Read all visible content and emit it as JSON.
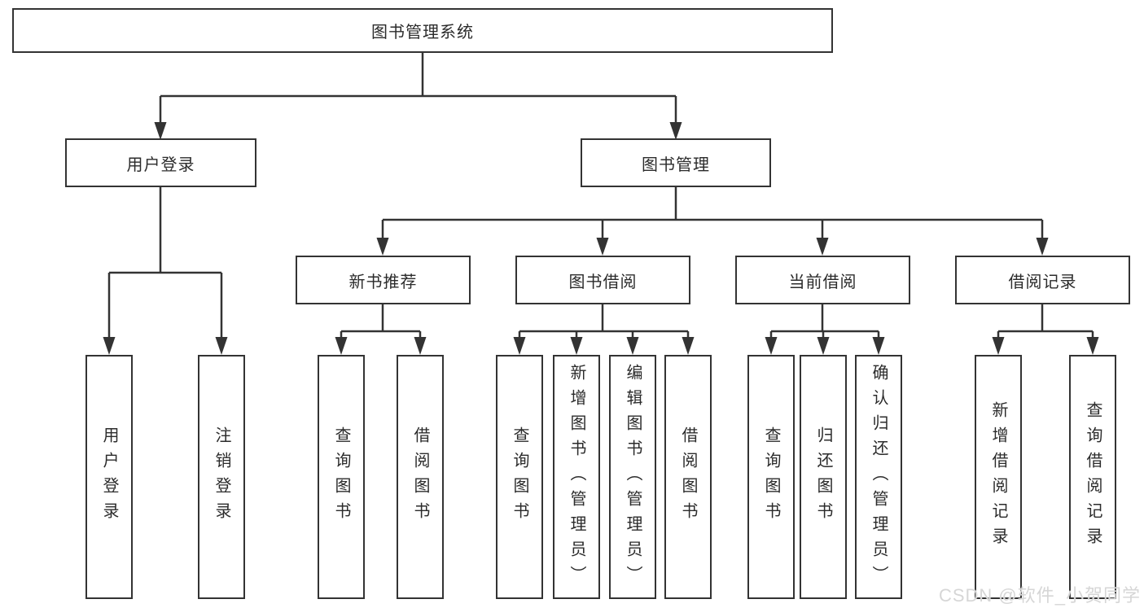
{
  "tree": {
    "label": "图书管理系统",
    "children": [
      {
        "label": "用户登录",
        "children": [
          {
            "label": "用户登录"
          },
          {
            "label": "注销登录"
          }
        ]
      },
      {
        "label": "图书管理",
        "children": [
          {
            "label": "新书推荐",
            "children": [
              {
                "label": "查询图书"
              },
              {
                "label": "借阅图书"
              }
            ]
          },
          {
            "label": "图书借阅",
            "children": [
              {
                "label": "查询图书"
              },
              {
                "label": "新增图书（管理员）"
              },
              {
                "label": "编辑图书（管理员）"
              },
              {
                "label": "借阅图书"
              }
            ]
          },
          {
            "label": "当前借阅",
            "children": [
              {
                "label": "查询图书"
              },
              {
                "label": "归还图书"
              },
              {
                "label": "确认归还（管理员）"
              }
            ]
          },
          {
            "label": "借阅记录",
            "children": [
              {
                "label": "新增借阅记录"
              },
              {
                "label": "查询借阅记录"
              }
            ]
          }
        ]
      }
    ]
  },
  "watermark": {
    "text": "CSDN @软件_小贺同学"
  },
  "colors": {
    "line": "#333333",
    "box_background": "#ffffff",
    "text": "#2b2b2b",
    "watermark": "#d6d6d6",
    "page_background": "#ffffff"
  }
}
